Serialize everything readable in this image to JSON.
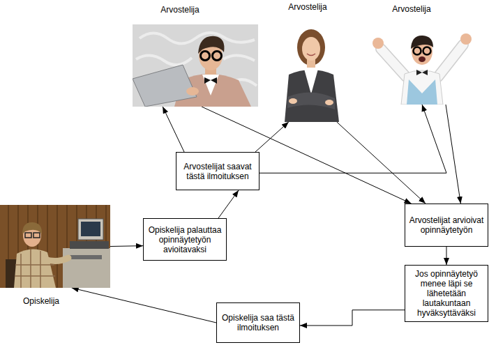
{
  "diagram": {
    "nodes": [
      {
        "text": [
          "Arvostelija"
        ]
      },
      {
        "text": [
          "Arvostelija"
        ]
      },
      {
        "text": [
          "Arvostelija"
        ]
      },
      {
        "text": [
          "Arvostelijat saavat tästä ilmoituksen"
        ]
      },
      {
        "text": [
          "Opiskelija"
        ]
      },
      {
        "text": [
          "Opiskelija palauttaa opinnäytetyön avioitavaksi"
        ]
      },
      {
        "text": [
          "Arvostelijat arvioivat opinnäytetyön"
        ]
      },
      {
        "text": [
          "Jos opinnäytetyö menee läpi se lähetetään lautakuntaan hyväksyttäväksi"
        ]
      },
      {
        "text": [
          "Opiskelija saa tästä ilmoituksen"
        ]
      }
    ],
    "edges": [
      {
        "from": 4,
        "to": 5,
        "arrow": "to"
      },
      {
        "from": 5,
        "to": 3,
        "arrow": "to"
      },
      {
        "from": 3,
        "to": 0,
        "arrow": "to"
      },
      {
        "from": 3,
        "to": 1,
        "arrow": "to"
      },
      {
        "from": 3,
        "to": 2,
        "arrow": "to"
      },
      {
        "from": 0,
        "to": 6,
        "arrow": "to"
      },
      {
        "from": 1,
        "to": 6,
        "arrow": "to"
      },
      {
        "from": 2,
        "to": 6,
        "arrow": "to"
      },
      {
        "from": 6,
        "to": 7,
        "arrow": "to"
      },
      {
        "from": 7,
        "to": 8,
        "arrow": "to"
      },
      {
        "from": 8,
        "to": 4,
        "arrow": "to"
      }
    ]
  }
}
